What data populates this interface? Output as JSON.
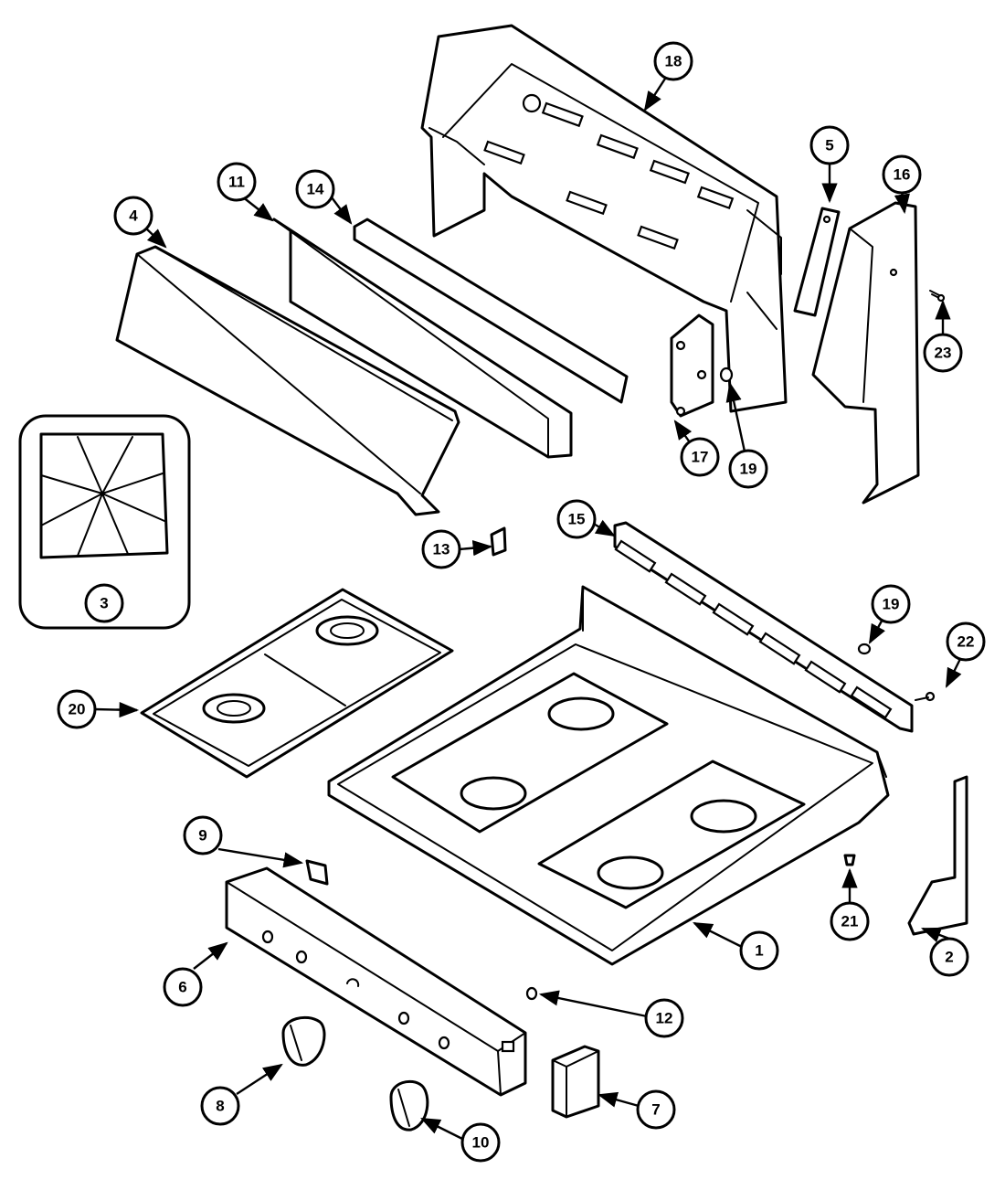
{
  "callouts": {
    "c1": "1",
    "c2": "2",
    "c3": "3",
    "c4": "4",
    "c5": "5",
    "c6": "6",
    "c7": "7",
    "c8": "8",
    "c9": "9",
    "c10": "10",
    "c11": "11",
    "c12": "12",
    "c13": "13",
    "c14": "14",
    "c15": "15",
    "c16": "16",
    "c17": "17",
    "c18": "18",
    "c19a": "19",
    "c19b": "19",
    "c20": "20",
    "c21": "21",
    "c22": "22",
    "c23": "23"
  },
  "style": {
    "line_color": "#000000",
    "background": "#ffffff"
  }
}
